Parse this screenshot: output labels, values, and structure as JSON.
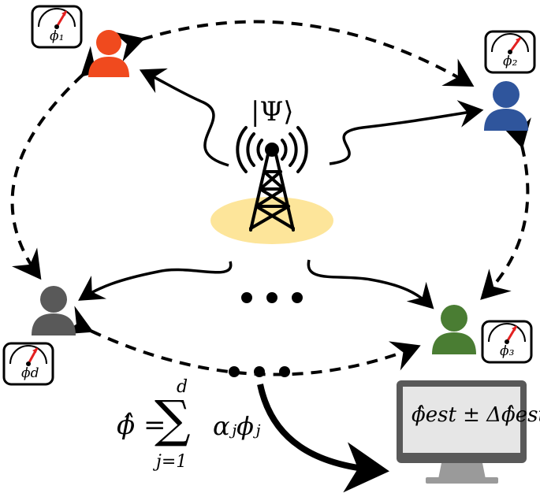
{
  "state_label": "|Ψ⟩",
  "colors": {
    "party1": "#f04a1e",
    "party2": "#2f559c",
    "party3": "#4a7d33",
    "party_d": "#595959",
    "source_halo": "#fde59a",
    "needle": "#e32020",
    "monitor_frame": "#595959",
    "monitor_screen": "#e6e6e6",
    "monitor_stand": "#9a9a9a"
  },
  "parties": [
    {
      "id": "party-1",
      "color_key": "party1",
      "meter_label": "ϕ₁"
    },
    {
      "id": "party-2",
      "color_key": "party2",
      "meter_label": "ϕ₂"
    },
    {
      "id": "party-3",
      "color_key": "party3",
      "meter_label": "ϕ₃"
    },
    {
      "id": "party-d",
      "color_key": "party_d",
      "meter_label": "ϕd"
    }
  ],
  "formula": {
    "lhs": "ϕ̂ =",
    "sum_symbol": "∑",
    "upper_limit": "d",
    "lower_limit": "j=1",
    "summand": "αⱼϕⱼ"
  },
  "monitor_text": "ϕ̂est ± Δϕ̂est",
  "icons": [
    "person-icon",
    "tower-icon",
    "meter-icon",
    "monitor-icon",
    "ellipsis-dots"
  ]
}
